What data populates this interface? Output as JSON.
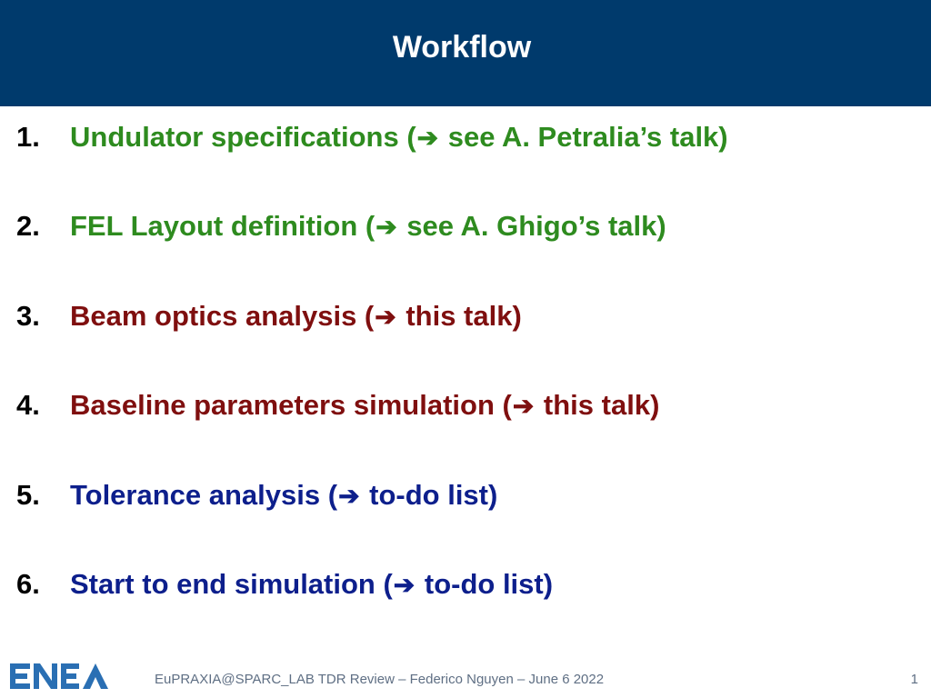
{
  "header": {
    "title": "Workflow",
    "background_color": "#003a6c"
  },
  "items": [
    {
      "number": "1.",
      "before": "Undulator specifications (",
      "after": " see A. Petralia’s talk)",
      "color": "#2e8b1f"
    },
    {
      "number": "2.",
      "before": "FEL Layout definition (",
      "after": " see A. Ghigo’s talk)",
      "color": "#2e8b1f"
    },
    {
      "number": "3.",
      "before": "Beam optics analysis (",
      "after": " this talk)",
      "color": "#7f0f0f"
    },
    {
      "number": "4.",
      "before": "Baseline parameters simulation (",
      "after": " this talk)",
      "color": "#7f0f0f"
    },
    {
      "number": "5.",
      "before": "Tolerance analysis (",
      "after": " to-do list)",
      "color": "#0d1f8c"
    },
    {
      "number": "6.",
      "before": "Start to end simulation (",
      "after": " to-do list)",
      "color": "#0d1f8c"
    }
  ],
  "arrow_icon": "right-arrow-icon",
  "footer": {
    "logo_icon": "enea-logo-icon",
    "logo_color": "#2a6fb3",
    "text": "EuPRAXIA@SPARC_LAB TDR Review – Federico Nguyen – June 6  2022",
    "page_number": "1"
  }
}
